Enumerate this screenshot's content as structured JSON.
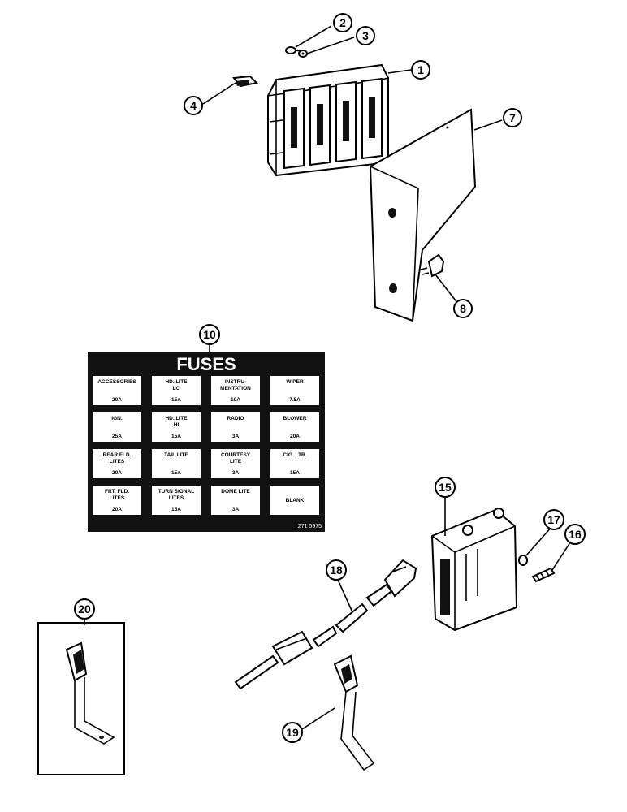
{
  "callouts": [
    "1",
    "2",
    "3",
    "4",
    "7",
    "8",
    "10",
    "15",
    "16",
    "17",
    "18",
    "19",
    "20"
  ],
  "fuse_chart": {
    "title": "FUSES",
    "part_number": "271 5975",
    "cells": [
      {
        "label": [
          "ACCESSORIES"
        ],
        "amp": "20A"
      },
      {
        "label": [
          "HD. LITE",
          "LO"
        ],
        "amp": "15A"
      },
      {
        "label": [
          "INSTRU-",
          "MENTATION"
        ],
        "amp": "10A"
      },
      {
        "label": [
          "WIPER"
        ],
        "amp": "7.5A"
      },
      {
        "label": [
          "IGN."
        ],
        "amp": "25A"
      },
      {
        "label": [
          "HD. LITE",
          "HI"
        ],
        "amp": "15A"
      },
      {
        "label": [
          "RADIO"
        ],
        "amp": "3A"
      },
      {
        "label": [
          "BLOWER"
        ],
        "amp": "20A"
      },
      {
        "label": [
          "REAR FLD.",
          "LITES"
        ],
        "amp": "20A"
      },
      {
        "label": [
          "TAIL LITE"
        ],
        "amp": "15A"
      },
      {
        "label": [
          "COURTESY",
          "LITE"
        ],
        "amp": "3A"
      },
      {
        "label": [
          "CIG. LTR."
        ],
        "amp": "15A"
      },
      {
        "label": [
          "FRT. FLD.",
          "LITES"
        ],
        "amp": "20A"
      },
      {
        "label": [
          "TURN SIGNAL",
          "LITES"
        ],
        "amp": "15A"
      },
      {
        "label": [
          "DOME LITE"
        ],
        "amp": "3A"
      },
      {
        "label": [
          "BLANK"
        ],
        "amp": ""
      }
    ]
  }
}
